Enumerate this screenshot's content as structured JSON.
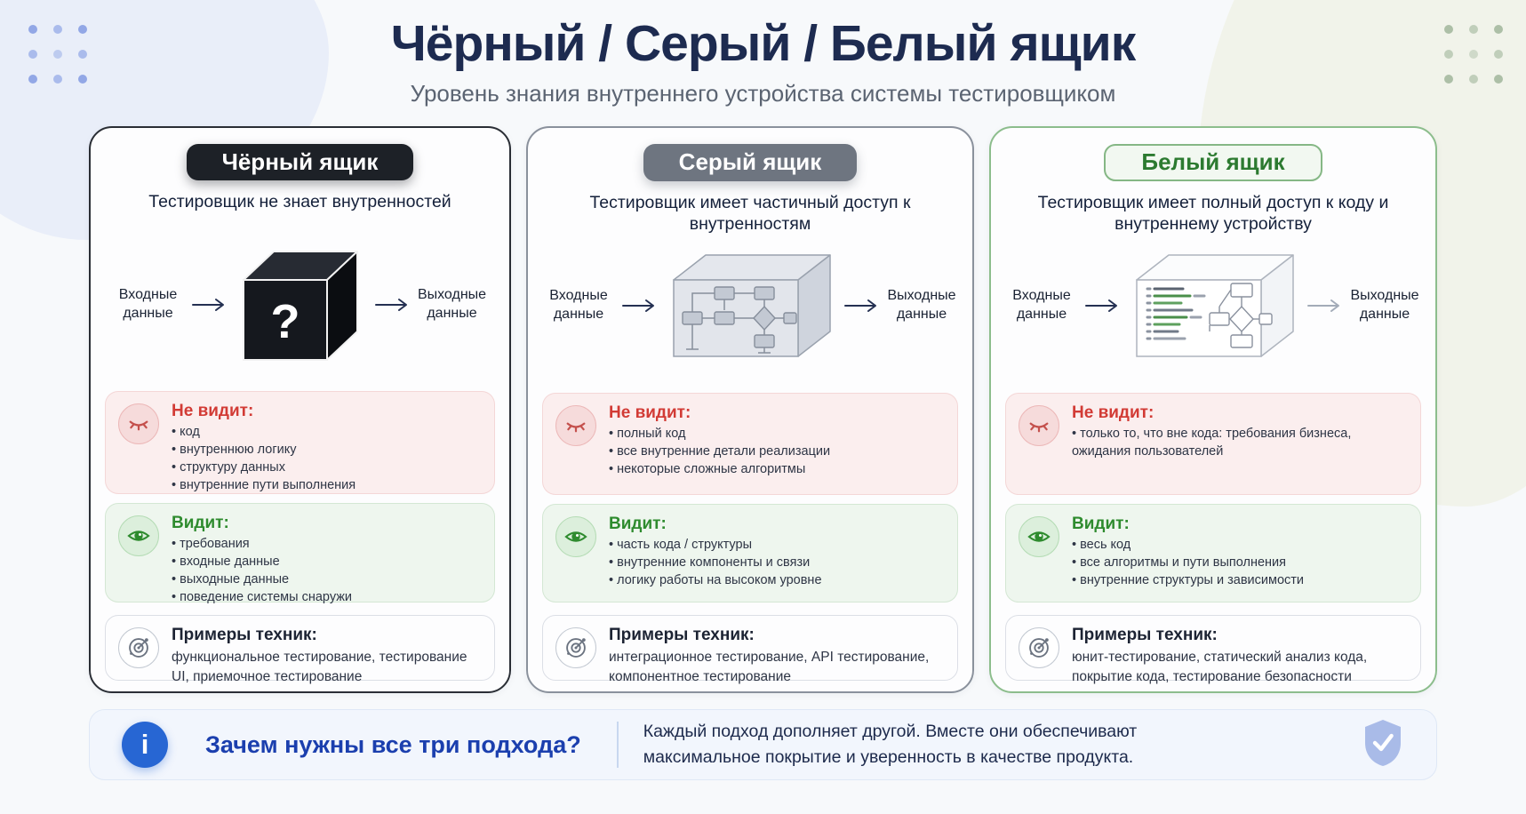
{
  "header": {
    "title": "Чёрный / Серый / Белый ящик",
    "subtitle": "Уровень знания внутреннего устройства системы тестировщиком"
  },
  "section_labels": {
    "not_sees": "Не видит:",
    "sees": "Видит:",
    "techniques": "Примеры техник:",
    "input": "Входные данные",
    "output": "Выходные данные"
  },
  "cards": [
    {
      "title": "Чёрный ящик",
      "description": "Тестировщик не знает внутренностей",
      "box_symbol": "?",
      "not_sees": [
        "код",
        "внутреннюю логику",
        "структуру данных",
        "внутренние пути выполнения"
      ],
      "sees": [
        "требования",
        "входные данные",
        "выходные данные",
        "поведение системы снаружи"
      ],
      "techniques": "функциональное тестирование, тестирование UI, приемочное тестирование"
    },
    {
      "title": "Серый ящик",
      "description": "Тестировщик имеет частичный доступ к внутренностям",
      "not_sees": [
        "полный код",
        "все внутренние детали реализации",
        "некоторые сложные алгоритмы"
      ],
      "sees": [
        "часть кода / структуры",
        "внутренние компоненты и связи",
        "логику работы на высоком уровне"
      ],
      "techniques": "интеграционное тестирование, API тестирование, компонентное тестирование"
    },
    {
      "title": "Белый ящик",
      "description": "Тестировщик имеет полный доступ к коду и внутреннему устройству",
      "not_sees": [
        "только то, что вне кода: требования бизнеса, ожидания пользователей"
      ],
      "sees": [
        "весь код",
        "все алгоритмы и пути выполнения",
        "внутренние структуры и зависимости"
      ],
      "techniques": "юнит-тестирование, статический анализ кода, покрытие кода, тестирование безопасности"
    }
  ],
  "footer": {
    "question": "Зачем нужны все три подхода?",
    "answer": "Каждый подход дополняет другой. Вместе они обеспечивают максимальное покрытие и уверенность в качестве продукта."
  },
  "icons": {
    "not_sees": "closed-eye-icon",
    "sees": "eye-icon",
    "techniques": "target-icon",
    "footer_left": "info-icon",
    "footer_right": "shield-check-icon"
  },
  "colors": {
    "title_navy": "#1d2b50",
    "black_box": "#15181e",
    "grey_box": "#6e7580",
    "white_box_green": "#2c7a30",
    "not_sees_red": "#d23b35",
    "sees_green": "#2e8b2e",
    "footer_blue": "#1b3fae",
    "info_circle_blue": "#2766d3",
    "shield_blue": "#a9bbe8"
  }
}
